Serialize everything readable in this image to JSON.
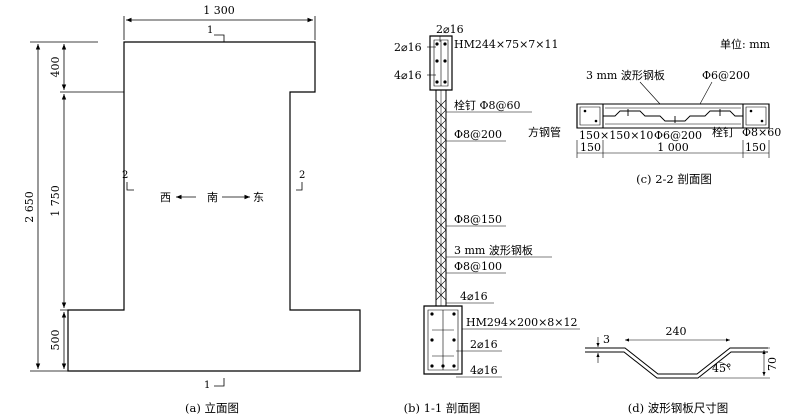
{
  "panel_a": {
    "caption": "(a) 立面图",
    "dim_width": "1 300",
    "dim_total_height": "2 650",
    "dim_top": "400",
    "dim_middle": "1 750",
    "dim_bottom": "500",
    "section_mark": "1",
    "side_mark": "2",
    "orientation": {
      "west": "西",
      "south": "南",
      "east": "东"
    }
  },
  "panel_b": {
    "caption": "(b) 1-1 剖面图",
    "rebar_top": "2⌀16",
    "rebar_top_left": "2⌀16",
    "rebar_top_left2": "4⌀16",
    "top_beam": "HM244×75×7×11",
    "stud": "栓钉 Φ8@60",
    "stirrup_1": "Φ8@200",
    "stirrup_2": "Φ8@150",
    "plate": "3 mm 波形钢板",
    "stirrup_3": "Φ8@100",
    "rebar_mid": "4⌀16",
    "bottom_beam": "HM294×200×8×12",
    "rebar_bottom_1": "2⌀16",
    "rebar_bottom_2": "4⌀16"
  },
  "panel_c": {
    "caption": "(c) 2-2 剖面图",
    "unit": "单位: mm",
    "plate_label": "3 mm 波形钢板",
    "stirrup": "Φ6@200",
    "tube_label": "方钢管",
    "tube_size": "150×150×10",
    "stirrup_b": "Φ6@200",
    "stud": "栓钉",
    "stud_spec": "Φ8×60",
    "dim_left": "150",
    "dim_mid": "1 000",
    "dim_right": "150"
  },
  "panel_d": {
    "caption": "(d) 波形钢板尺寸图",
    "dim_top": "240",
    "dim_thick": "3",
    "angle": "45°",
    "dim_depth": "70"
  }
}
